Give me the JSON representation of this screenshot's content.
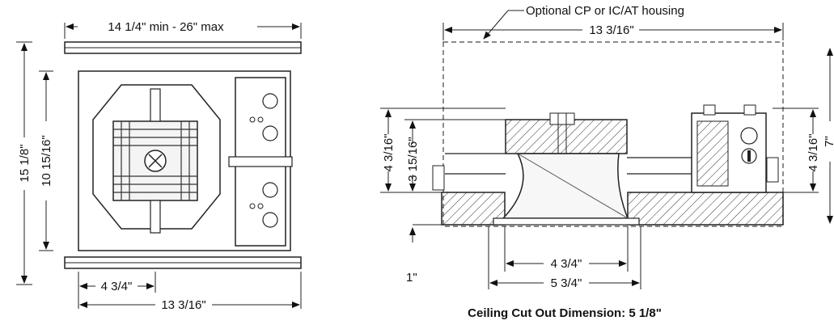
{
  "left_view": {
    "width_dim": "14 1/4\" min - 26\" max",
    "height_outer_dim": "15 1/8\"",
    "height_inner_dim": "10 15/16\"",
    "bottom_short_dim": "4 3/4\"",
    "bottom_long_dim": "13 3/16\""
  },
  "right_view": {
    "housing_label": "Optional CP or IC/AT housing",
    "top_width_dim": "13 3/16\"",
    "left_outer_dim": "4 3/16\"",
    "left_inner_dim": "3 15/16\"",
    "right_dim": "4 3/16\"",
    "far_right_dim": "7\"",
    "small_dim": "1\"",
    "aperture_dim": "4 3/4\"",
    "outer_aperture_dim": "5 3/4\"",
    "caption": "Ceiling Cut Out Dimension: 5 1/8\""
  }
}
